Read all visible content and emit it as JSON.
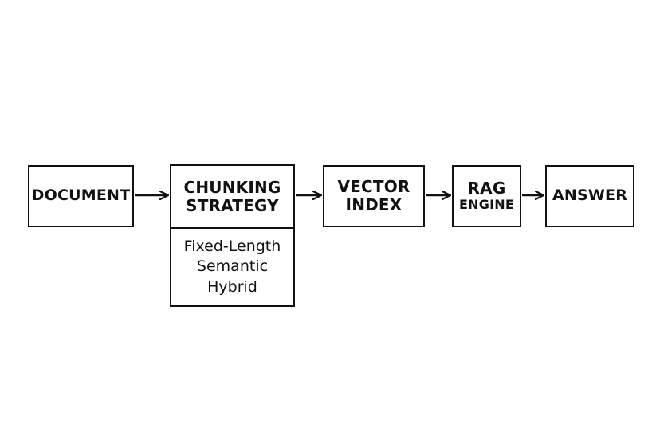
{
  "nodes": {
    "document": {
      "lines": [
        "DOCUMENT"
      ]
    },
    "chunking": {
      "lines": [
        "CHUNKING",
        "STRATEGY"
      ],
      "options": [
        "Fixed-Length",
        "Semantic",
        "Hybrid"
      ]
    },
    "vector_index": {
      "lines": [
        "VECTOR",
        "INDEX"
      ]
    },
    "rag_engine": {
      "lines": [
        "RAG",
        "ENGINE"
      ]
    },
    "answer": {
      "lines": [
        "ANSWER"
      ]
    }
  },
  "edges": [
    [
      "document",
      "chunking"
    ],
    [
      "chunking",
      "vector_index"
    ],
    [
      "vector_index",
      "rag_engine"
    ],
    [
      "rag_engine",
      "answer"
    ]
  ]
}
